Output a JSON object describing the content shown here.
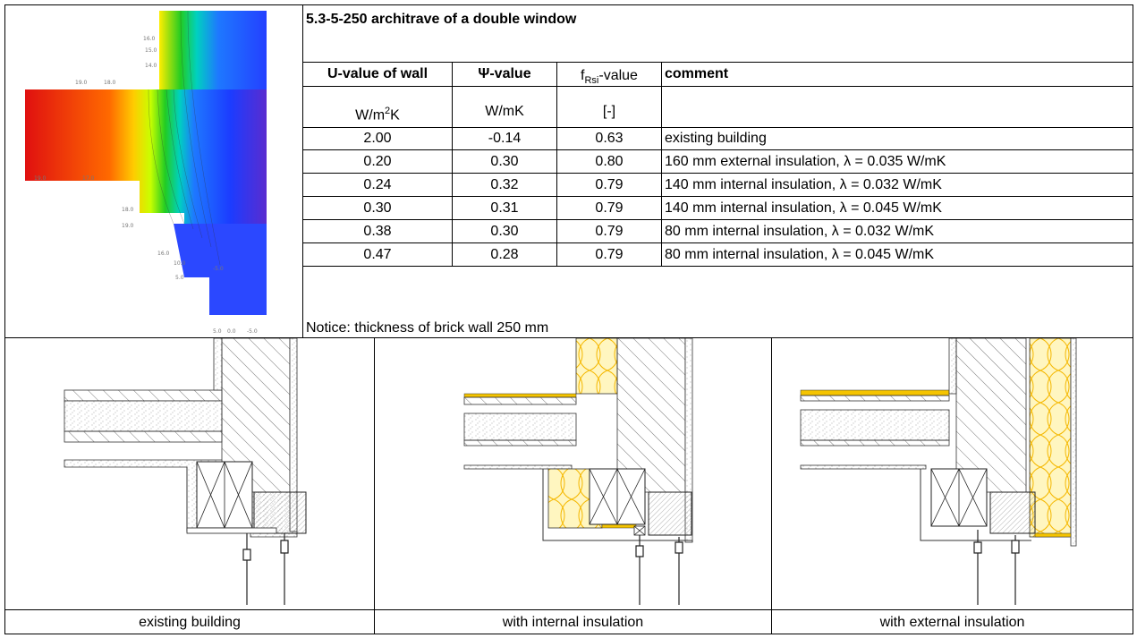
{
  "title": "5.3-5-250 architrave of a double window",
  "table": {
    "headers": {
      "u_value": "U-value of wall",
      "psi_value": "Ψ-value",
      "f_prefix": "f",
      "f_sub": "Rsi",
      "f_suffix": "-value",
      "comment": "comment"
    },
    "units": {
      "u_value": "W/m",
      "u_value_sup": "2",
      "u_value_suffix": "K",
      "psi_value": "W/mK",
      "f_value": "[-]",
      "comment": ""
    },
    "rows": [
      {
        "u": "2.00",
        "psi": "-0.14",
        "f": "0.63",
        "comment": "existing building"
      },
      {
        "u": "0.20",
        "psi": "0.30",
        "f": "0.80",
        "comment": "160 mm external insulation, λ = 0.035 W/mK"
      },
      {
        "u": "0.24",
        "psi": "0.32",
        "f": "0.79",
        "comment": "140 mm internal insulation, λ = 0.032 W/mK"
      },
      {
        "u": "0.30",
        "psi": "0.31",
        "f": "0.79",
        "comment": "140 mm internal insulation, λ = 0.045 W/mK"
      },
      {
        "u": "0.38",
        "psi": "0.30",
        "f": "0.79",
        "comment": "80 mm internal insulation, λ = 0.032 W/mK"
      },
      {
        "u": "0.47",
        "psi": "0.28",
        "f": "0.79",
        "comment": "80 mm internal insulation, λ = 0.045 W/mK"
      }
    ],
    "notice": "Notice: thickness of brick wall 250 mm"
  },
  "thermal_labels": [
    "16.0",
    "15.0",
    "14.0",
    "19.0",
    "18.0",
    "19.0",
    "17.0",
    "18.0",
    "19.0",
    "16.0",
    "10.0",
    "5.0",
    "-5.0",
    "5.0",
    "0.0",
    "-5.0"
  ],
  "captions": {
    "existing": "existing building",
    "internal": "with internal insulation",
    "external": "with external insulation"
  },
  "colors": {
    "insulation": "#f5c400",
    "insulation_fill": "#fff6c0",
    "hatch": "#555555"
  }
}
